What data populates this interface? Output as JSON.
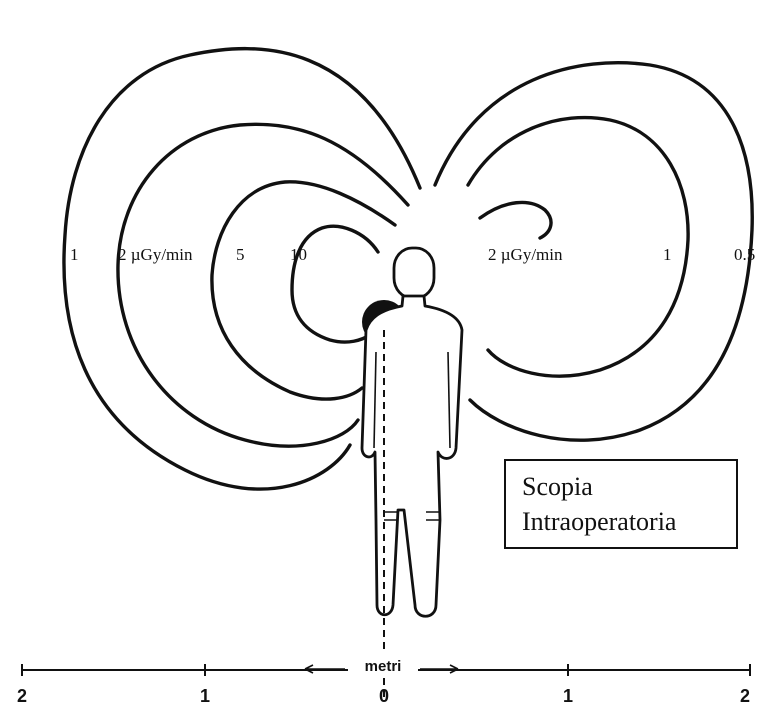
{
  "labels": {
    "left_1": "1",
    "left_2": "2 µGy/min",
    "left_5": "5",
    "left_10": "10",
    "right_2": "2 µGy/min",
    "right_1": "1",
    "right_05": "0.5"
  },
  "box": {
    "line1": "Scopia",
    "line2": "Intraoperatoria"
  },
  "scale": {
    "unit_label": "metri",
    "ticks": [
      "2",
      "1",
      "0",
      "1",
      "2"
    ]
  },
  "colors": {
    "ink": "#111111",
    "background": "#ffffff"
  }
}
